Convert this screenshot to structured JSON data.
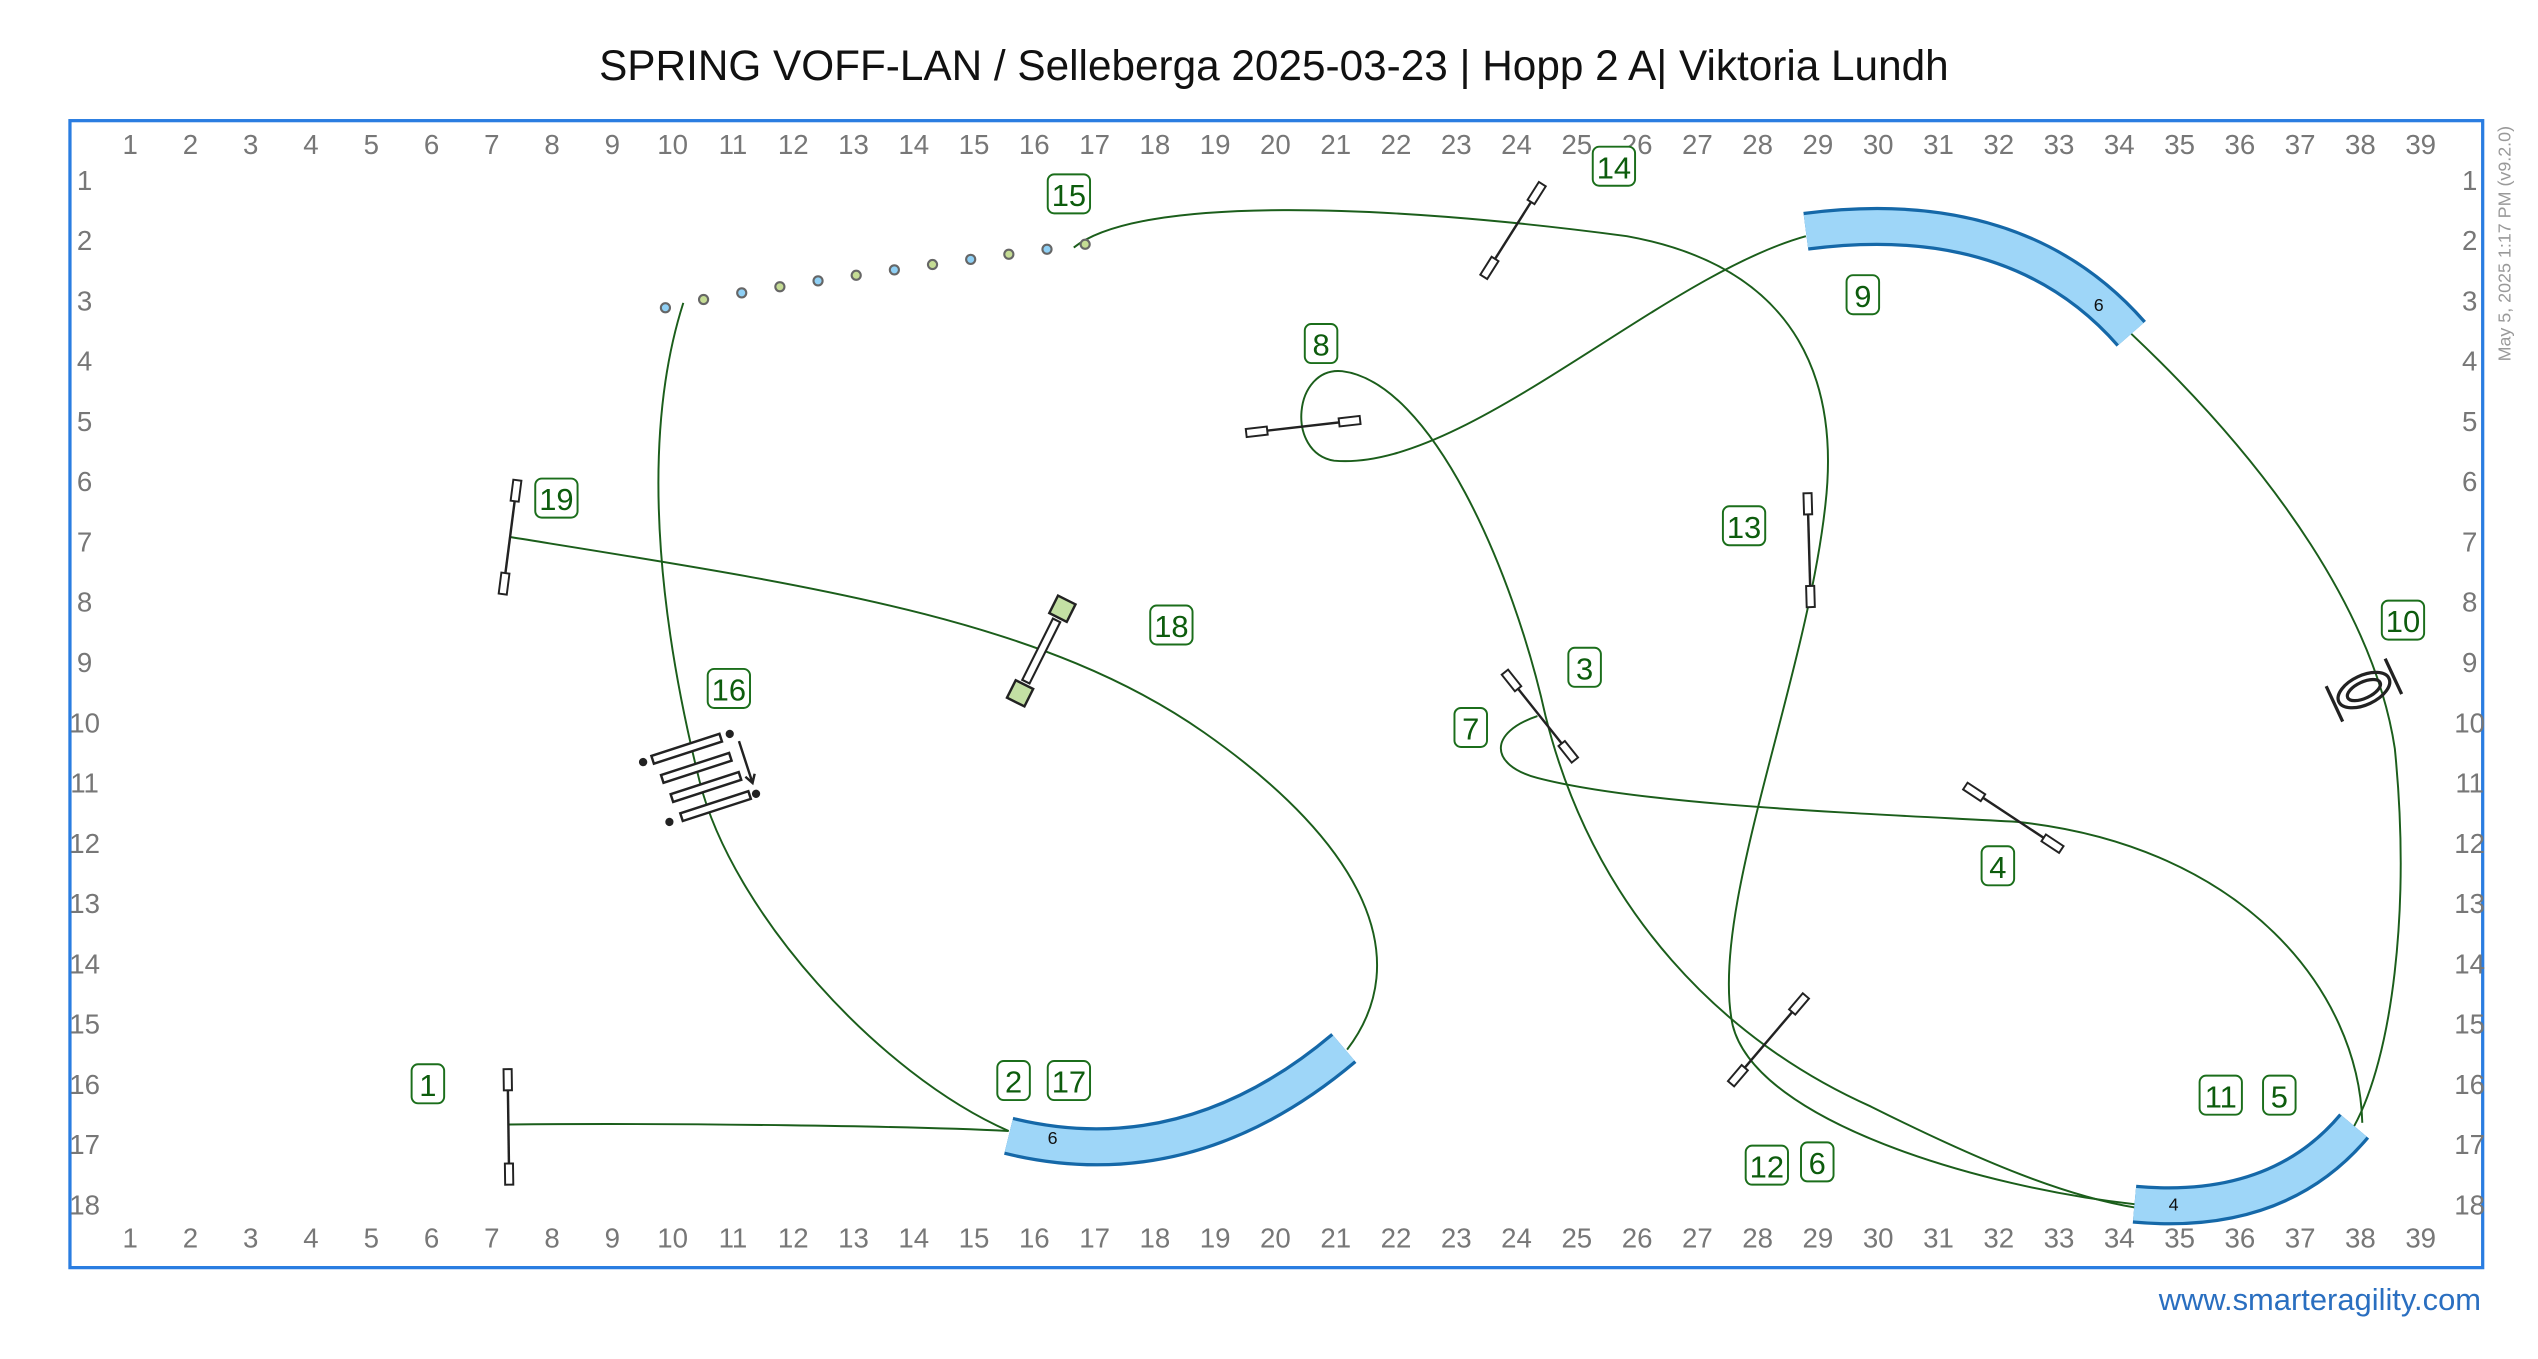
{
  "title": "SPRING VOFF-LAN / Selleberga 2025-03-23 | Hopp 2 A| Viktoria Lundh",
  "timestamp": "May 5, 2025 1:17 PM  (v9.2.0)",
  "footer_link": "www.smarteragility.com",
  "grid": {
    "columns": [
      "1",
      "2",
      "3",
      "4",
      "5",
      "6",
      "7",
      "8",
      "9",
      "10",
      "11",
      "12",
      "13",
      "14",
      "15",
      "16",
      "17",
      "18",
      "19",
      "20",
      "21",
      "22",
      "23",
      "24",
      "25",
      "26",
      "27",
      "28",
      "29",
      "30",
      "31",
      "32",
      "33",
      "34",
      "35",
      "36",
      "37",
      "38",
      "39"
    ],
    "rows": [
      "1",
      "2",
      "3",
      "4",
      "5",
      "6",
      "7",
      "8",
      "9",
      "10",
      "11",
      "12",
      "13",
      "14",
      "15",
      "16",
      "17",
      "18"
    ]
  },
  "course_numbers": {
    "n1": "1",
    "n2": "2",
    "n3": "3",
    "n4": "4",
    "n5": "5",
    "n6": "6",
    "n7": "7",
    "n8": "8",
    "n9": "9",
    "n10": "10",
    "n11": "11",
    "n12": "12",
    "n13": "13",
    "n14": "14",
    "n15": "15",
    "n16": "16",
    "n17": "17",
    "n18": "18",
    "n19": "19"
  },
  "tunnels": {
    "t2": {
      "label": "6"
    },
    "t9": {
      "label": "6"
    },
    "t5": {
      "label": "4"
    }
  },
  "colors": {
    "border": "#2a7de1",
    "path": "#1b5e1b",
    "tunnel": "#9ed6f8",
    "weave_blue": "#8fd0f5",
    "weave_green": "#c5dc94"
  }
}
